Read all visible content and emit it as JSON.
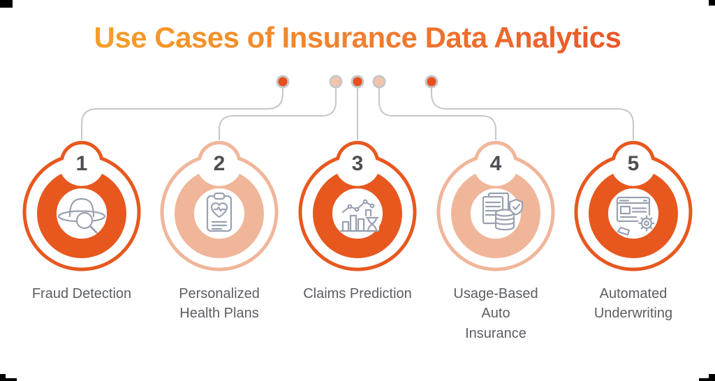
{
  "title": {
    "text": "Use Cases of Insurance Data Analytics",
    "gradient_from": "#F5A326",
    "gradient_to": "#E8502A"
  },
  "colors": {
    "orange": "#E7581F",
    "peach": "#F0B69A",
    "dot_orange": "#E94F1D",
    "dot_peach": "#F5C3AB",
    "connector_gray": "#C6C7C8",
    "number_gray": "#4D4F52",
    "label_gray": "#5B5E62",
    "icon_stroke": "#99A1B0"
  },
  "items": [
    {
      "number": "1",
      "label": "Fraud Detection",
      "tone": "orange",
      "icon": "spy-hat-magnifier-icon"
    },
    {
      "number": "2",
      "label": "Personalized\nHealth Plans",
      "tone": "peach",
      "icon": "health-plan-clipboard-icon"
    },
    {
      "number": "3",
      "label": "Claims Prediction",
      "tone": "orange",
      "icon": "prediction-chart-hourglass-icon"
    },
    {
      "number": "4",
      "label": "Usage-Based\nAuto\nInsurance",
      "tone": "peach",
      "icon": "data-document-shield-icon"
    },
    {
      "number": "5",
      "label": "Automated\nUnderwriting",
      "tone": "orange",
      "icon": "document-gear-pencil-icon"
    }
  ]
}
